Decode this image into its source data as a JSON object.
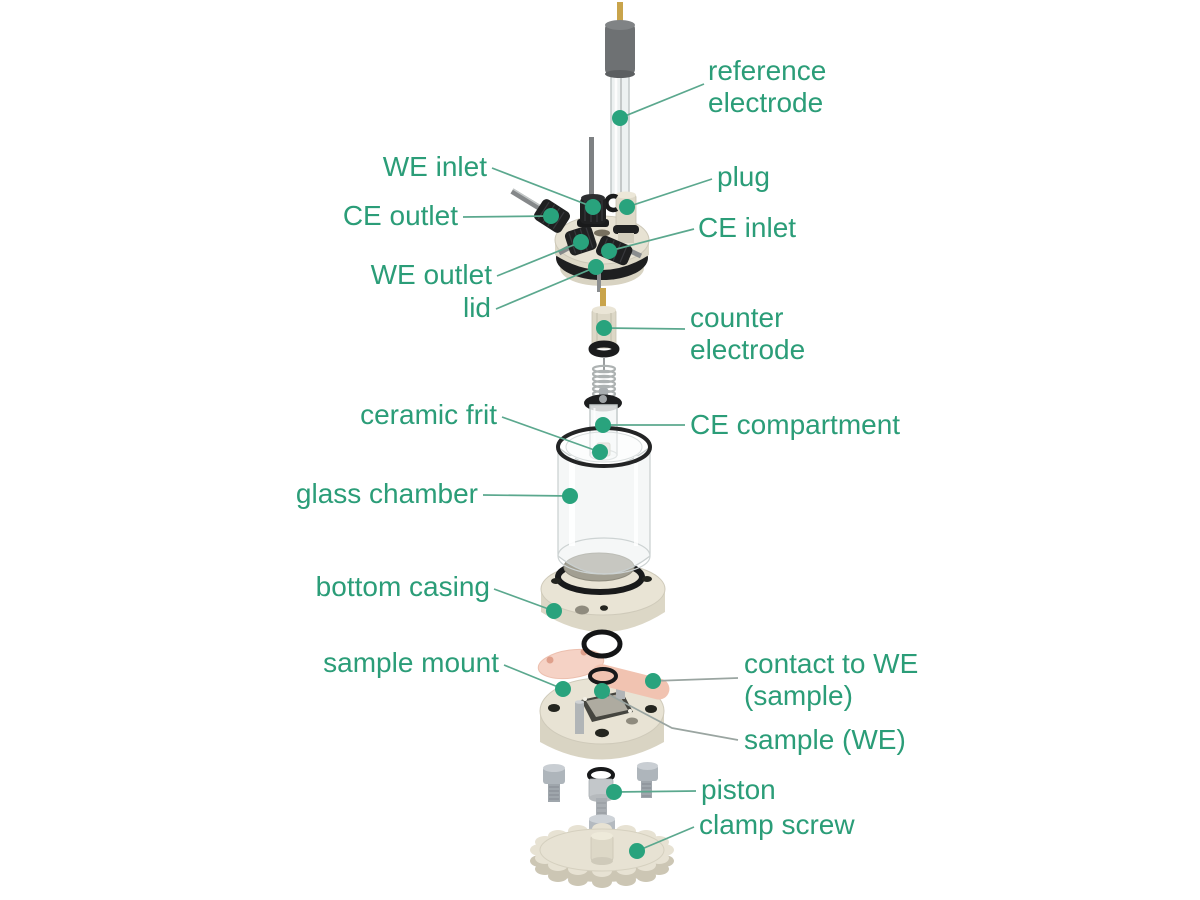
{
  "palette": {
    "background": "#ffffff",
    "label_text": "#2b9d78",
    "callout_dot": "#29a37d",
    "leader_line": "#5ba88e",
    "leader_line_muted": "#9aa5a1",
    "body_cream": "#e7e2d3",
    "body_cream_shade": "#d3cebc",
    "rubber_black": "#1d1e1f",
    "metal_grey": "#b4b9bd",
    "tube_grey": "#85888a",
    "pin_gold": "#c9a44b",
    "glass_outline": "#c4caca",
    "frit_grey": "#a29f92",
    "contact_pink": "#f1c3b1"
  },
  "callouts": {
    "reference_electrode": {
      "lines": [
        "reference",
        "electrode"
      ]
    },
    "we_inlet": {
      "text": "WE inlet"
    },
    "ce_outlet": {
      "text": "CE outlet"
    },
    "plug": {
      "text": "plug"
    },
    "ce_inlet": {
      "text": "CE inlet"
    },
    "we_outlet": {
      "text": "WE outlet"
    },
    "lid": {
      "text": "lid"
    },
    "counter_electrode": {
      "lines": [
        "counter",
        "electrode"
      ]
    },
    "ceramic_frit": {
      "text": "ceramic frit"
    },
    "ce_compartment": {
      "text": "CE compartment"
    },
    "glass_chamber": {
      "text": "glass chamber"
    },
    "bottom_casing": {
      "text": "bottom casing"
    },
    "sample_mount": {
      "text": "sample mount"
    },
    "contact_to_we": {
      "lines": [
        "contact to WE",
        "(sample)"
      ]
    },
    "sample_we": {
      "text": "sample (WE)"
    },
    "piston": {
      "text": "piston"
    },
    "clamp_screw": {
      "text": "clamp screw"
    }
  }
}
